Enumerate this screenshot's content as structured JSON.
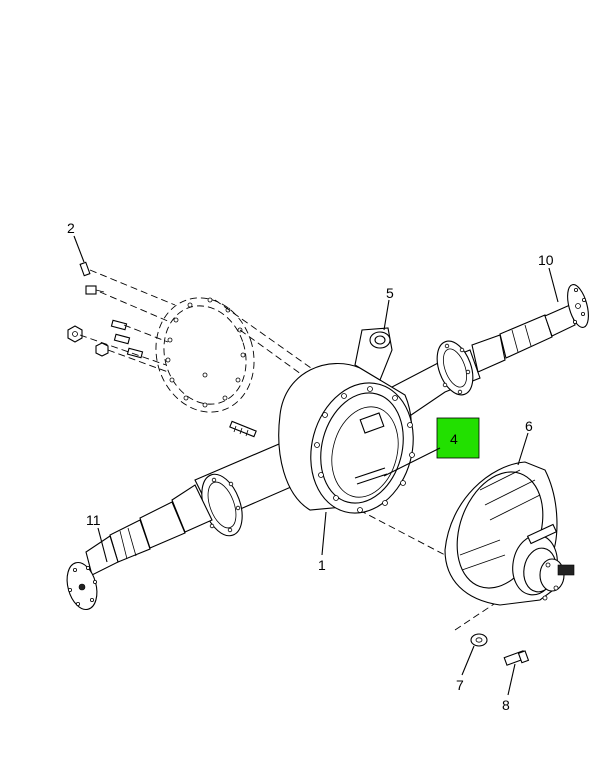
{
  "callouts": {
    "c1": "1",
    "c2": "2",
    "c4": "4",
    "c5": "5",
    "c6": "6",
    "c7": "7",
    "c8": "8",
    "c10": "10",
    "c11": "11"
  },
  "colors": {
    "highlight": "#22e000",
    "line": "#000000",
    "background": "#ffffff"
  }
}
